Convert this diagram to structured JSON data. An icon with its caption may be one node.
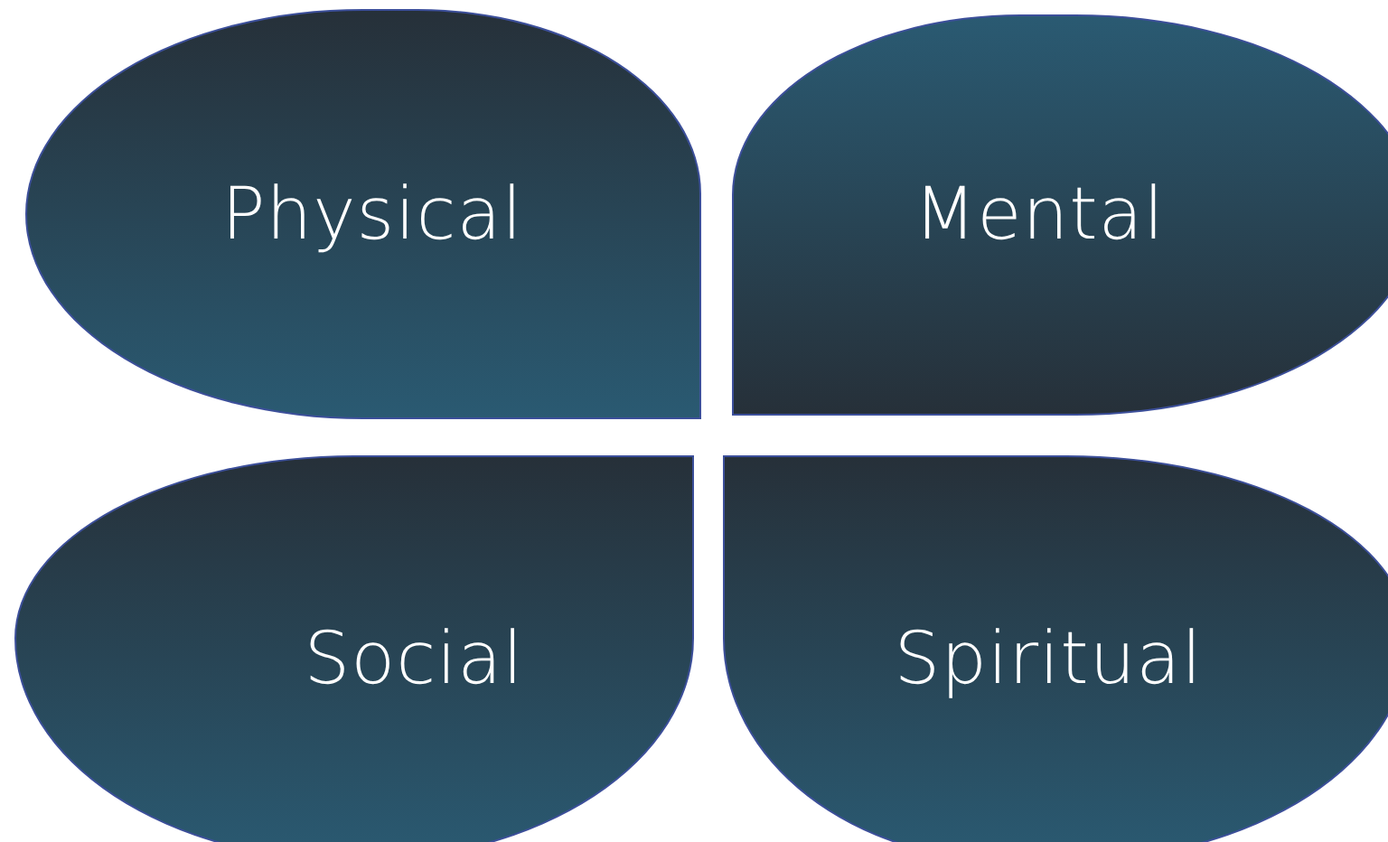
{
  "diagram": {
    "nodes": [
      {
        "text": [
          "Physical"
        ]
      },
      {
        "text": [
          "Mental"
        ]
      },
      {
        "text": [
          "Social"
        ]
      },
      {
        "text": [
          "Spiritual"
        ]
      }
    ]
  }
}
